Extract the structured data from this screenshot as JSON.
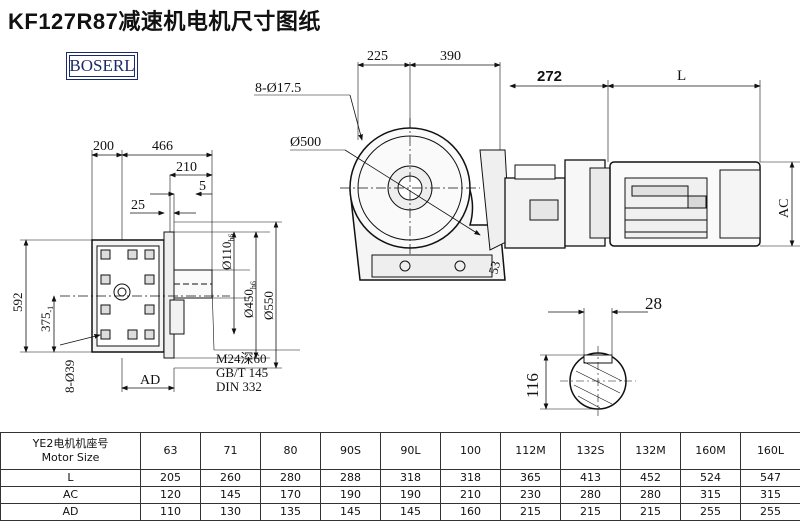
{
  "title": "KF127R87减速机电机尺寸图纸",
  "logo_text": "BOSERL",
  "dims": {
    "d200": "200",
    "d466": "466",
    "d210": "210",
    "d5": "5",
    "d25": "25",
    "d110": "Ø110",
    "d110_tol": "h6",
    "d450": "Ø450",
    "d450_tol": "h6",
    "d550": "Ø550",
    "d592": "592",
    "d375": "375",
    "d375_tol": "-1",
    "holes39": "8-Ø39",
    "thread_1": "M24深60",
    "thread_2": "GB/T 145",
    "thread_3": "DIN 332",
    "ad": "AD",
    "holes17": "8-Ø17.5",
    "d500": "Ø500",
    "d225": "225",
    "d390": "390",
    "d272": "272",
    "L": "L",
    "d53": "53",
    "ac": "AC",
    "d28": "28",
    "d116": "116"
  },
  "table": {
    "header_1": "YE2电机机座号",
    "header_2": "Motor Size",
    "sizes": [
      "63",
      "71",
      "80",
      "90S",
      "90L",
      "100",
      "112M",
      "132S",
      "132M",
      "160M",
      "160L"
    ],
    "rows": [
      {
        "label": "L",
        "values": [
          "205",
          "260",
          "280",
          "288",
          "318",
          "318",
          "365",
          "413",
          "452",
          "524",
          "547"
        ]
      },
      {
        "label": "AC",
        "values": [
          "120",
          "145",
          "170",
          "190",
          "190",
          "210",
          "230",
          "280",
          "280",
          "315",
          "315"
        ]
      },
      {
        "label": "AD",
        "values": [
          "110",
          "130",
          "135",
          "145",
          "145",
          "160",
          "215",
          "215",
          "215",
          "255",
          "255"
        ]
      }
    ]
  }
}
